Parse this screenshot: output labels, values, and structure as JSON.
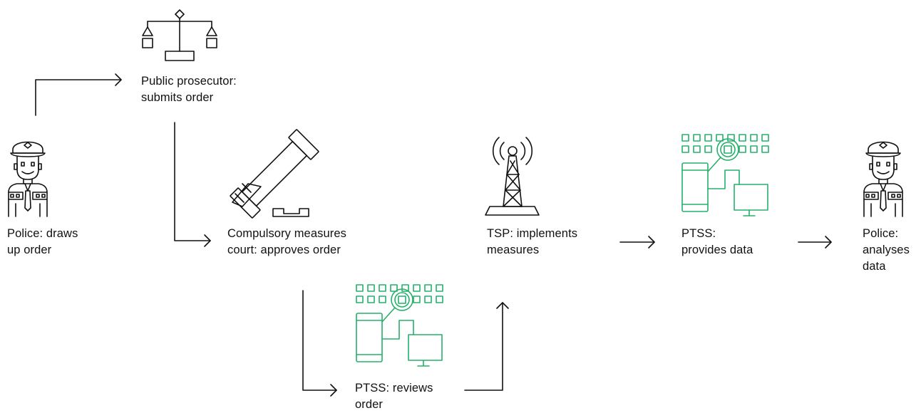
{
  "colors": {
    "ink": "#111111",
    "accent": "#25b06a",
    "background": "#ffffff"
  },
  "nodes": {
    "police_start": {
      "icon": "police-officer-icon",
      "line1": "Police: draws",
      "line2": "up order"
    },
    "prosecutor": {
      "icon": "scales-icon",
      "line1": "Public prosecutor:",
      "line2": "submits order"
    },
    "court": {
      "icon": "gavel-icon",
      "line1": "Compulsory measures",
      "line2": "court: approves order"
    },
    "ptss_review": {
      "icon": "surveillance-devices-icon",
      "line1": "PTSS: reviews",
      "line2": "order"
    },
    "tsp": {
      "icon": "radio-tower-icon",
      "line1": "TSP: implements",
      "line2": "measures"
    },
    "ptss_provide": {
      "icon": "surveillance-devices-icon",
      "line1": "PTSS:",
      "line2": "provides data"
    },
    "police_end": {
      "icon": "police-officer-icon",
      "line1": "Police:",
      "line2": "analyses",
      "line3": "data"
    }
  }
}
